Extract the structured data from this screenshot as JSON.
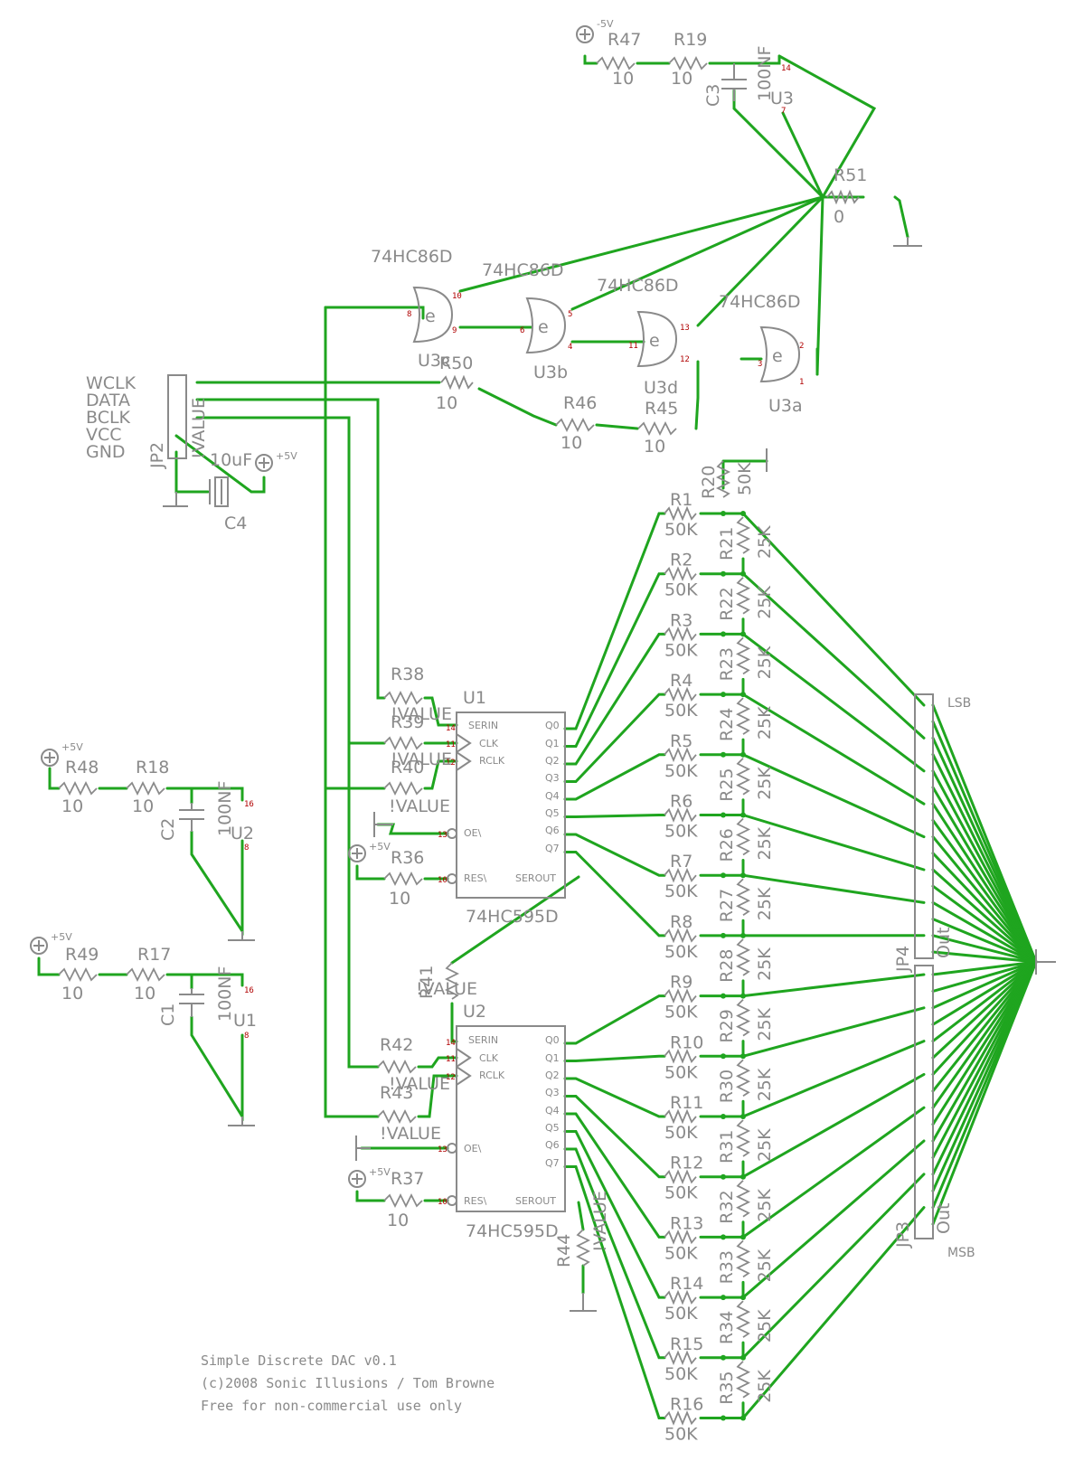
{
  "title_block": {
    "line1": "Simple Discrete DAC v0.1",
    "line2": "(c)2008 Sonic Illusions / Tom Browne",
    "line3": "Free for non-commercial use only"
  },
  "power": {
    "neg": "-5V",
    "pos": "+5V"
  },
  "value_tag": "!VALUE",
  "jp2": {
    "name": "JP2",
    "value": "!VALUE",
    "signals": [
      "WCLK",
      "DATA",
      "BCLK",
      "VCC",
      "GND"
    ]
  },
  "c4": {
    "name": "C4",
    "value": "10uF"
  },
  "supply_filter": [
    {
      "r1": "R47",
      "r1v": "10",
      "r2": "R19",
      "r2v": "10",
      "cap": "C3",
      "capv": "100NF",
      "chip": "U3"
    },
    {
      "r1": "R48",
      "r1v": "10",
      "r2": "R18",
      "r2v": "10",
      "cap": "C2",
      "capv": "100NF",
      "chip": "U2"
    },
    {
      "r1": "R49",
      "r1v": "10",
      "r2": "R17",
      "r2v": "10",
      "cap": "C1",
      "capv": "100NF",
      "chip": "U1"
    }
  ],
  "r51": {
    "name": "R51",
    "value": "0"
  },
  "xor_gates": [
    {
      "type": "74HC86D",
      "name": "U3c"
    },
    {
      "type": "74HC86D",
      "name": "U3b"
    },
    {
      "type": "74HC86D",
      "name": "U3d"
    },
    {
      "type": "74HC86D",
      "name": "U3a"
    }
  ],
  "chain_res": [
    {
      "name": "R50",
      "value": "10"
    },
    {
      "name": "R46",
      "value": "10"
    },
    {
      "name": "R45",
      "value": "10"
    }
  ],
  "shift_regs": [
    {
      "name": "U1",
      "type": "74HC595D"
    },
    {
      "name": "U2",
      "type": "74HC595D"
    }
  ],
  "sr_pins": {
    "ser": "SERIN",
    "clk": "CLK",
    "rclk": "RCLK",
    "oe": "OE\\",
    "res": "RES\\",
    "out": "SEROUT"
  },
  "sr_outputs": [
    "Q0",
    "Q1",
    "Q2",
    "Q3",
    "Q4",
    "Q5",
    "Q6",
    "Q7"
  ],
  "sr1_inputs": [
    {
      "name": "R38",
      "value": "!VALUE"
    },
    {
      "name": "R39",
      "value": "!VALUE"
    },
    {
      "name": "R40",
      "value": "!VALUE"
    },
    {
      "name": "R36",
      "value": "10"
    }
  ],
  "sr2_inputs": [
    {
      "name": "R42",
      "value": "!VALUE"
    },
    {
      "name": "R43",
      "value": "!VALUE"
    },
    {
      "name": "R37",
      "value": "10"
    }
  ],
  "r41": {
    "name": "R41",
    "value": "!VALUE"
  },
  "r44": {
    "name": "R44",
    "value": "!VALUE"
  },
  "r20": {
    "name": "R20",
    "value": "50K"
  },
  "ladder": [
    {
      "r": "R1",
      "rv": "50K",
      "s": "R21",
      "sv": "25K"
    },
    {
      "r": "R2",
      "rv": "50K",
      "s": "R22",
      "sv": "25K"
    },
    {
      "r": "R3",
      "rv": "50K",
      "s": "R23",
      "sv": "25K"
    },
    {
      "r": "R4",
      "rv": "50K",
      "s": "R24",
      "sv": "25K"
    },
    {
      "r": "R5",
      "rv": "50K",
      "s": "R25",
      "sv": "25K"
    },
    {
      "r": "R6",
      "rv": "50K",
      "s": "R26",
      "sv": "25K"
    },
    {
      "r": "R7",
      "rv": "50K",
      "s": "R27",
      "sv": "25K"
    },
    {
      "r": "R8",
      "rv": "50K",
      "s": "R28",
      "sv": "25K"
    },
    {
      "r": "R9",
      "rv": "50K",
      "s": "R29",
      "sv": "25K"
    },
    {
      "r": "R10",
      "rv": "50K",
      "s": "R30",
      "sv": "25K"
    },
    {
      "r": "R11",
      "rv": "50K",
      "s": "R31",
      "sv": "25K"
    },
    {
      "r": "R12",
      "rv": "50K",
      "s": "R32",
      "sv": "25K"
    },
    {
      "r": "R13",
      "rv": "50K",
      "s": "R33",
      "sv": "25K"
    },
    {
      "r": "R14",
      "rv": "50K",
      "s": "R34",
      "sv": "25K"
    },
    {
      "r": "R15",
      "rv": "50K",
      "s": "R35",
      "sv": "25K"
    },
    {
      "r": "R16",
      "rv": "50K",
      "s": "",
      "sv": ""
    }
  ],
  "connectors": {
    "jp4": {
      "name": "JP4",
      "label": "Out",
      "tag": "LSB"
    },
    "jp3": {
      "name": "JP3",
      "label": "Out",
      "tag": "MSB"
    }
  }
}
